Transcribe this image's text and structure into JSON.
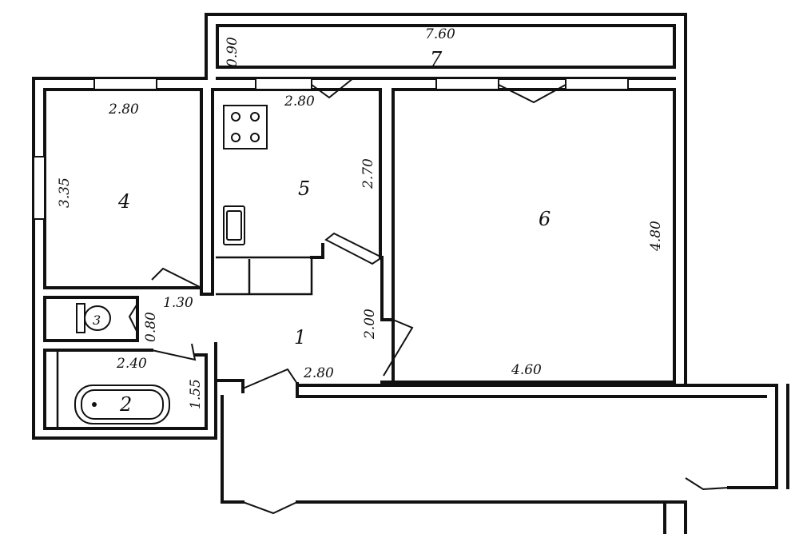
{
  "rooms": [
    {
      "id": "1"
    },
    {
      "id": "2"
    },
    {
      "id": "3"
    },
    {
      "id": "4"
    },
    {
      "id": "5"
    },
    {
      "id": "6"
    },
    {
      "id": "7"
    }
  ],
  "dimensions": {
    "balcony_length": "7.60",
    "balcony_depth": "0.90",
    "room4_width": "2.80",
    "room4_depth": "3.35",
    "kitchen_width": "2.80",
    "kitchen_depth": "2.70",
    "room6_depth": "4.80",
    "room6_width": "4.60",
    "toilet_width": "1.30",
    "toilet_depth": "0.80",
    "bath_width": "2.40",
    "bath_depth": "1.55",
    "hall_depth": "2.00",
    "hall_width": "2.80"
  }
}
